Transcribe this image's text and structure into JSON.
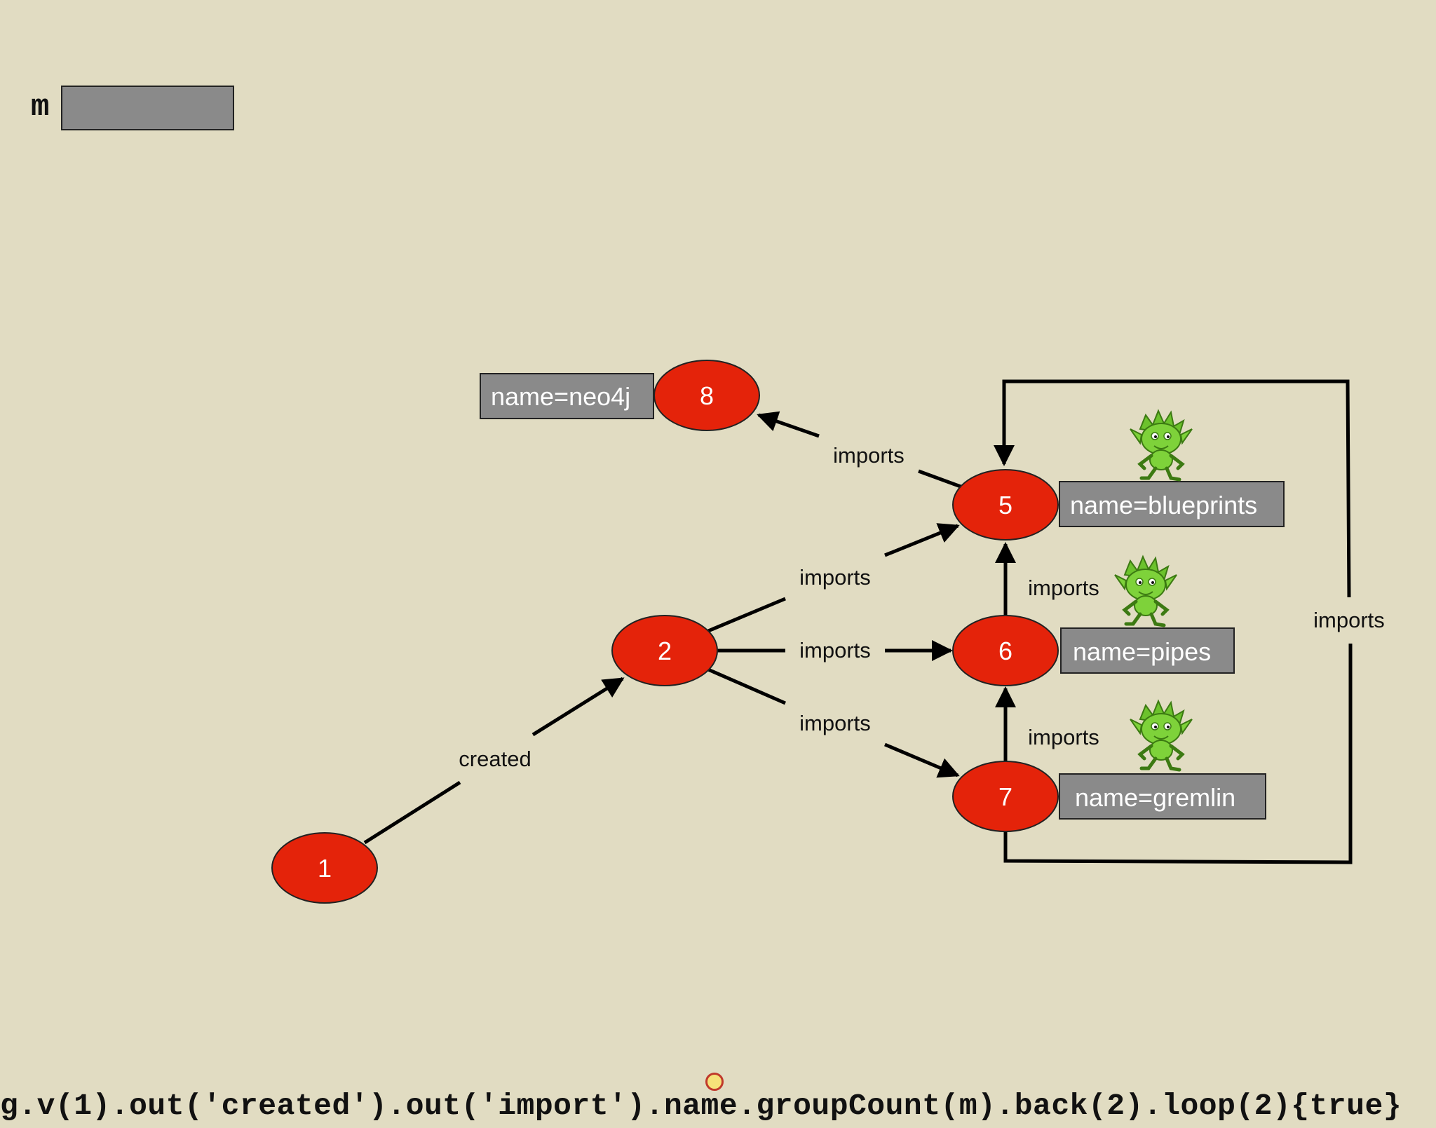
{
  "map": {
    "label": "m"
  },
  "query": "g.v(1).out('created').out('import').name.groupCount(m).back(2).loop(2){true}",
  "colors": {
    "background": "#e1dcc2",
    "vertex": "#e4230a",
    "property_box": "#8a8a8a",
    "goblin": "#7ed23a"
  },
  "vertices": [
    {
      "id": "1",
      "label": "1"
    },
    {
      "id": "2",
      "label": "2"
    },
    {
      "id": "5",
      "label": "5"
    },
    {
      "id": "6",
      "label": "6"
    },
    {
      "id": "7",
      "label": "7"
    },
    {
      "id": "8",
      "label": "8"
    }
  ],
  "properties": {
    "v8": "name=neo4j",
    "v5": "name=blueprints",
    "v6": "name=pipes",
    "v7": "name=gremlin"
  },
  "edges": [
    {
      "from": "1",
      "to": "2",
      "label": "created"
    },
    {
      "from": "2",
      "to": "5",
      "label": "imports"
    },
    {
      "from": "2",
      "to": "6",
      "label": "imports"
    },
    {
      "from": "2",
      "to": "7",
      "label": "imports"
    },
    {
      "from": "5",
      "to": "8",
      "label": "imports"
    },
    {
      "from": "6",
      "to": "5",
      "label": "imports"
    },
    {
      "from": "7",
      "to": "6",
      "label": "imports"
    },
    {
      "from": "7",
      "to": "5",
      "label": "imports"
    }
  ],
  "icons": [
    "gremlin-icon"
  ]
}
